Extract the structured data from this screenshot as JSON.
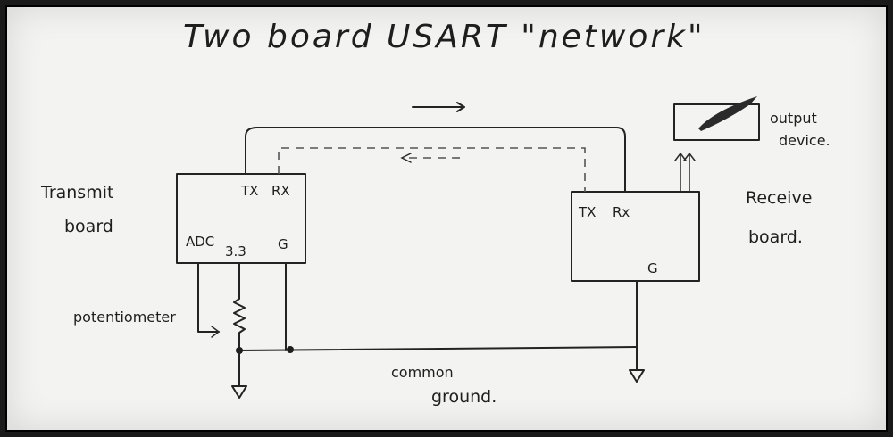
{
  "title": "Two board USART \"network\"",
  "transmit_board": {
    "label_line1": "Transmit",
    "label_line2": "board",
    "pin_tx": "TX",
    "pin_rx": "RX",
    "pin_adc": "ADC",
    "pin_33": "3.3",
    "pin_g": "G"
  },
  "receive_board": {
    "label_line1": "Receive",
    "label_line2": "board.",
    "pin_tx": "TX",
    "pin_rx": "Rx",
    "pin_g": "G"
  },
  "output_device": {
    "label_line1": "output",
    "label_line2": "device."
  },
  "potentiometer_label": "potentiometer",
  "common_ground": {
    "line1": "common",
    "line2": "ground."
  }
}
